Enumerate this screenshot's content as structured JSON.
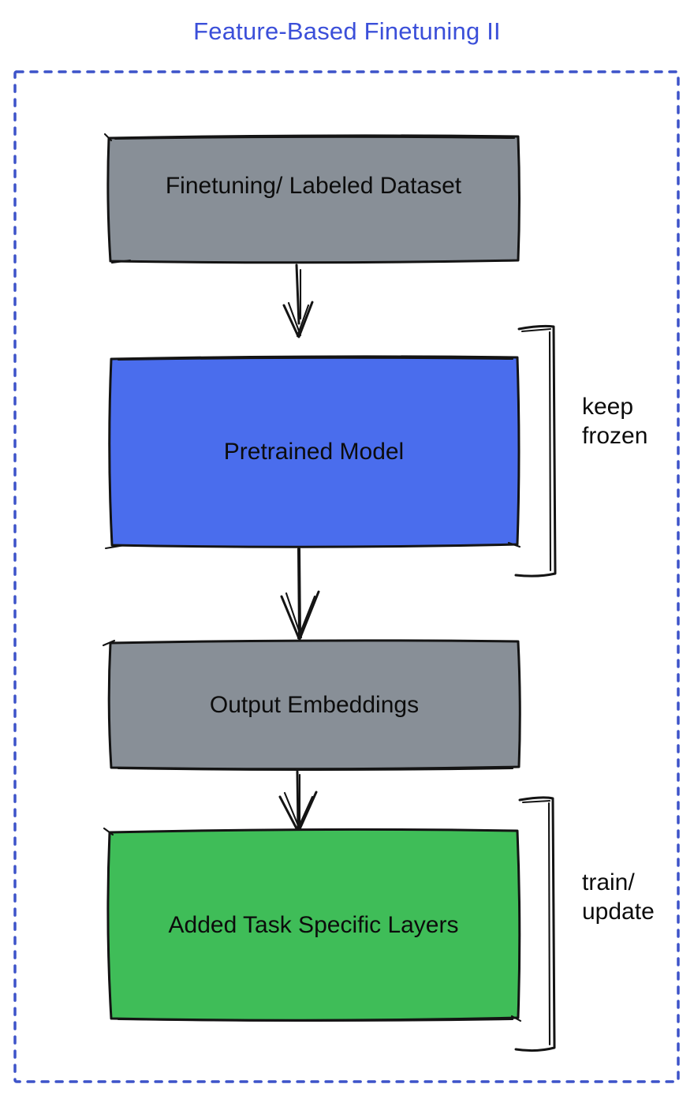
{
  "title": {
    "text": "Feature-Based Finetuning II"
  },
  "boxes": [
    {
      "id": "dataset",
      "label": "Finetuning/ Labeled Dataset"
    },
    {
      "id": "pretrained",
      "label": "Pretrained Model"
    },
    {
      "id": "embeddings",
      "label": "Output Embeddings"
    },
    {
      "id": "layers",
      "label": "Added Task Specific Layers"
    }
  ],
  "annotations": {
    "keep_frozen": {
      "line1": "keep",
      "line2": "frozen"
    },
    "train_update": {
      "line1": "train/",
      "line2": "update"
    }
  },
  "colors": {
    "title_blue": "#3b4fd9",
    "frame_blue": "#3d53c9",
    "box_gray": "#888f97",
    "box_blue": "#4a6ded",
    "box_green": "#3fbd58",
    "ink": "#141414",
    "label_text": "#0c0c0c"
  }
}
